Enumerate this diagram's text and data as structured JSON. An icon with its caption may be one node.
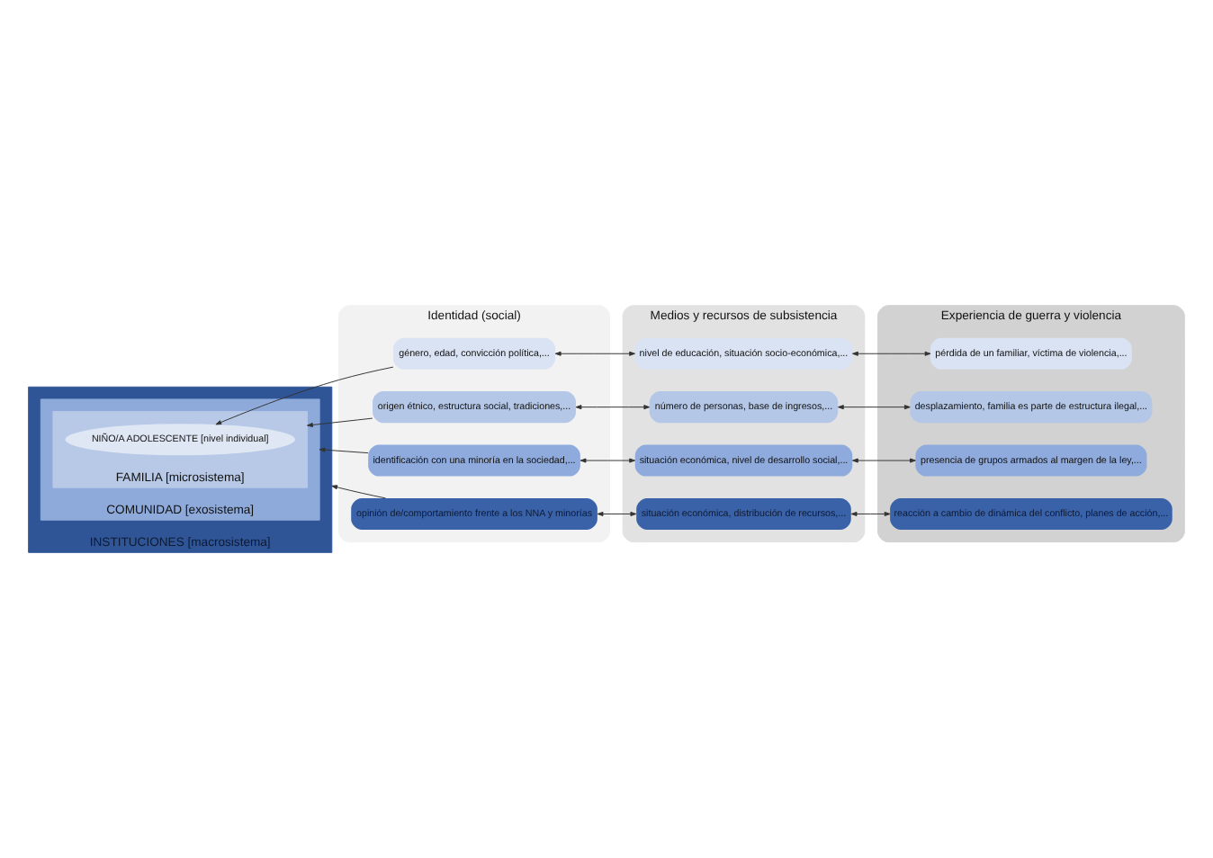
{
  "diagram": {
    "nodes": [
      {
        "text": [
          "INSTITUCIONES [macrosistema]"
        ]
      },
      {
        "text": [
          "COMUNIDAD [exosistema]"
        ],
        "in": 0
      },
      {
        "text": [
          "FAMILIA [microsistema]"
        ],
        "in": 1
      },
      {
        "text": [
          "NIÑO/A ADOLESCENTE [nivel individual]"
        ],
        "in": 2
      },
      {
        "text": [
          "Identidad (social)"
        ]
      },
      {
        "text": [
          "género, edad, convicción política,..."
        ],
        "in": 4
      },
      {
        "text": [
          "origen étnico, estructura social, tradiciones,..."
        ],
        "in": 4
      },
      {
        "text": [
          "identificación con una minoría en la sociedad,..."
        ],
        "in": 4
      },
      {
        "text": [
          "opinión de/comportamiento frente a los NNA y minorías"
        ],
        "in": 4
      },
      {
        "text": [
          "Medios y recursos de subsistencia"
        ]
      },
      {
        "text": [
          "nivel de educación, situación socio-económica,..."
        ],
        "in": 9
      },
      {
        "text": [
          "número de personas, base de ingresos,..."
        ],
        "in": 9
      },
      {
        "text": [
          "situación económica, nivel de desarrollo social,..."
        ],
        "in": 9
      },
      {
        "text": [
          "situación económica, distribución de recursos,..."
        ],
        "in": 9
      },
      {
        "text": [
          "Experiencia de guerra y violencia"
        ]
      },
      {
        "text": [
          "pérdida de un familiar, víctima de violencia,..."
        ],
        "in": 14
      },
      {
        "text": [
          "desplazamiento, familia es parte de estructura ilegal,..."
        ],
        "in": 14
      },
      {
        "text": [
          "presencia de grupos armados al margen de la ley,..."
        ],
        "in": 14
      },
      {
        "text": [
          "reacción a cambio de dinámica del conflicto, planes de acción,..."
        ],
        "in": 14
      }
    ],
    "edges": [
      {
        "from": 5,
        "to": 3,
        "arrow": "to"
      },
      {
        "from": 6,
        "to": 2,
        "arrow": "to"
      },
      {
        "from": 7,
        "to": 1,
        "arrow": "to"
      },
      {
        "from": 8,
        "to": 0,
        "arrow": "to"
      },
      {
        "from": 5,
        "to": 10,
        "arrow": "both"
      },
      {
        "from": 10,
        "to": 15,
        "arrow": "both"
      },
      {
        "from": 6,
        "to": 11,
        "arrow": "both"
      },
      {
        "from": 11,
        "to": 16,
        "arrow": "both"
      },
      {
        "from": 7,
        "to": 12,
        "arrow": "both"
      },
      {
        "from": 12,
        "to": 17,
        "arrow": "both"
      },
      {
        "from": 8,
        "to": 13,
        "arrow": "both"
      },
      {
        "from": 13,
        "to": 18,
        "arrow": "both"
      }
    ]
  }
}
